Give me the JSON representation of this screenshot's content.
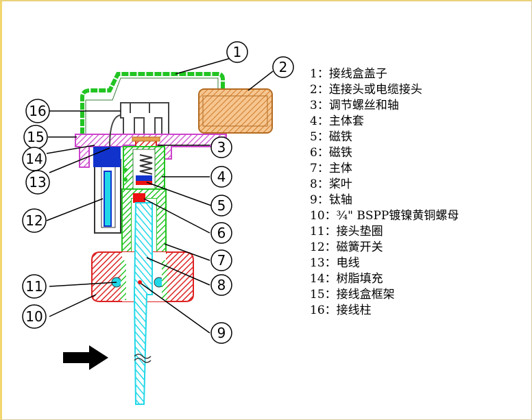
{
  "legend": [
    "1：接线盒盖子",
    "2：连接头或电缆接头",
    "3：调节螺丝和轴",
    "4：主体套",
    "5：磁铁",
    "6：磁铁",
    "7：主体",
    "8：桨叶",
    "9：钛轴",
    "10：¾\" BSPP镀镍黄铜螺母",
    "11：接头垫圈",
    "12：磁簧开关",
    "13：电线",
    "14：树脂填充",
    "15：接线盒框架",
    "16：接线柱"
  ],
  "callouts": [
    "1",
    "2",
    "3",
    "4",
    "5",
    "6",
    "7",
    "8",
    "9",
    "10",
    "11",
    "12",
    "13",
    "14",
    "15",
    "16"
  ],
  "colors": {
    "cover": "#22c422",
    "connector": "#e8a050",
    "frame": "#cc44cc",
    "body": "#22c422",
    "nut": "#dd2222",
    "shaft": "#22d8e8",
    "magnet_red": "#ee1111",
    "magnet_blue": "#1133cc",
    "arrow": "#000000"
  }
}
